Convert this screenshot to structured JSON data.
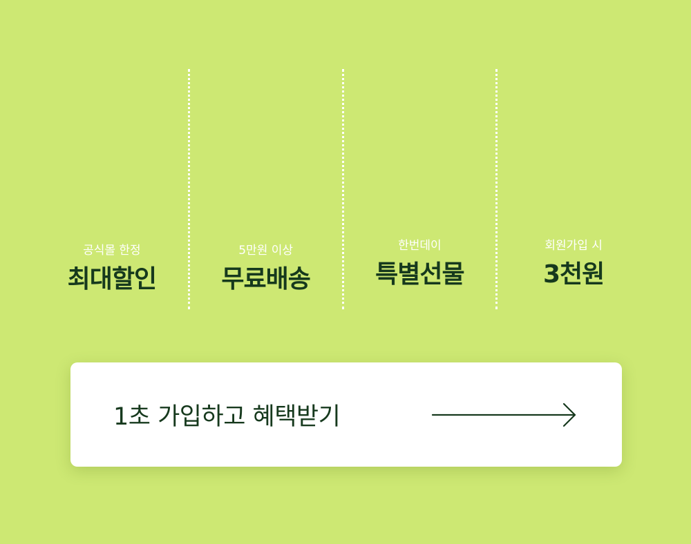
{
  "benefits": [
    {
      "sub": "공식몰 한정",
      "main": "최대할인"
    },
    {
      "sub": "5만원 이상",
      "main": "무료배송"
    },
    {
      "sub": "한번데이",
      "main": "특별선물"
    },
    {
      "sub": "회원가입 시",
      "main": "3천원"
    }
  ],
  "cta": {
    "label": "1초 가입하고 혜택받기",
    "icon": "arrow-right-icon"
  },
  "colors": {
    "background": "#cde873",
    "text_dark": "#16391d",
    "text_light": "#ffffff",
    "button_bg": "#ffffff"
  }
}
